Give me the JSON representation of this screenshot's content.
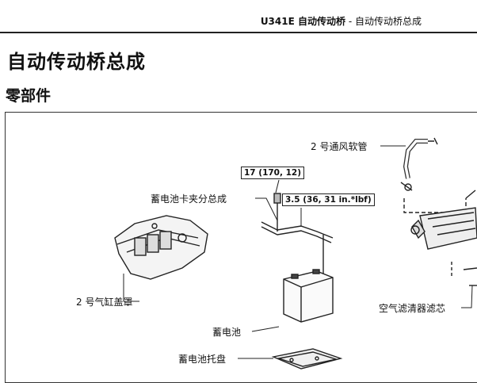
{
  "header": {
    "code": "U341E 自动传动桥",
    "separator": "-",
    "section": "自动传动桥总成"
  },
  "title": "自动传动桥总成",
  "subtitle": "零部件",
  "labels": {
    "vent_hose": "2 号通风软管",
    "battery_clamp": "蓄电池卡夹分总成",
    "cylinder_cover": "2 号气缸盖罩",
    "battery": "蓄电池",
    "battery_tray": "蓄电池托盘",
    "air_filter": "空气滤清器滤芯"
  },
  "torque": {
    "t1": "17 (170, 12)",
    "t2": "3.5 (36, 31 in.*lbf)"
  }
}
